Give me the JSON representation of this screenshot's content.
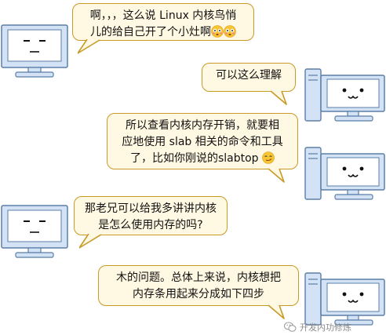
{
  "conversation": [
    {
      "side": "left",
      "lines": [
        "啊，，，这么说 Linux 内核鸟悄",
        "儿的给自己开了个小灶啊"
      ],
      "emoji": "flushed-face-emoji x2"
    },
    {
      "side": "right",
      "lines": [
        "可以这么理解"
      ]
    },
    {
      "side": "right",
      "lines": [
        "所以查看内核内存开销，就要相",
        "应地使用 slab 相关的命令和工具",
        "了，比如你刚说的slabtop"
      ],
      "emoji": "smirking-face-emoji"
    },
    {
      "side": "left",
      "lines": [
        "那老兄可以给我多讲讲内核",
        "是怎么使用内存的吗?"
      ]
    },
    {
      "side": "right",
      "lines": [
        "木的问题。总体上来说，内核想把",
        "内存条用起来分成如下四步"
      ]
    }
  ],
  "watermark": {
    "text": "开发内功修炼",
    "icon": "wechat-icon"
  },
  "colors": {
    "bubble_fill": "#fff8e2",
    "bubble_border": "#c89a26",
    "monitor_fill": "#d3e3f5",
    "monitor_stroke": "#5b7ea8"
  }
}
